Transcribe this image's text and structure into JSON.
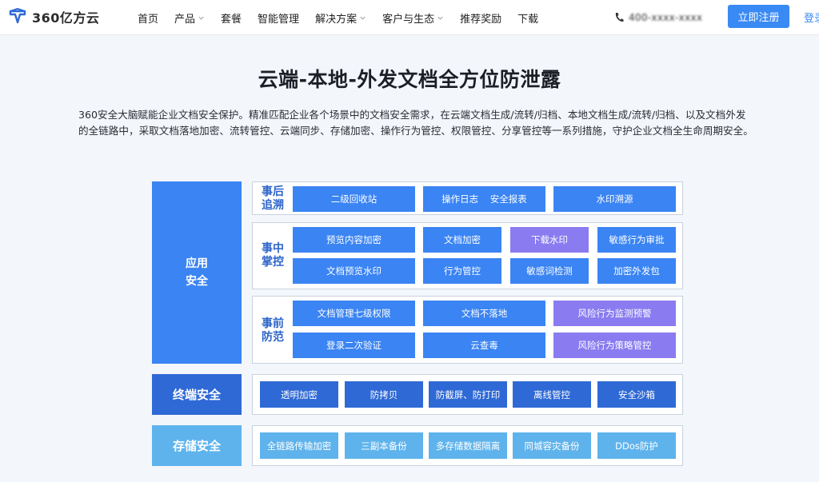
{
  "header": {
    "logo_text": "360亿方云",
    "nav": [
      {
        "label": "首页",
        "has_dropdown": false
      },
      {
        "label": "产品",
        "has_dropdown": true
      },
      {
        "label": "套餐",
        "has_dropdown": false
      },
      {
        "label": "智能管理",
        "has_dropdown": false
      },
      {
        "label": "解决方案",
        "has_dropdown": true
      },
      {
        "label": "客户与生态",
        "has_dropdown": true
      },
      {
        "label": "推荐奖励",
        "has_dropdown": false
      },
      {
        "label": "下载",
        "has_dropdown": false
      }
    ],
    "phone": "400-xxxx-xxxx",
    "register_label": "立即注册",
    "login_label": "登录"
  },
  "main": {
    "title": "云端-本地-外发文档全方位防泄露",
    "description": "360安全大脑赋能企业文档安全保护。精准匹配企业各个场景中的文档安全需求，在云端文档生成/流转/归档、本地文档生成/流转/归档、以及文档外发的全链路中，采取文档落地加密、流转管控、云端同步、存储加密、操作行为管控、权限管控、分享管控等一系列措施，守护企业文档全生命周期安全。"
  },
  "diagram": {
    "app_security": {
      "label_line1": "应用",
      "label_line2": "安全",
      "groups": {
        "post": {
          "label_line1": "事后",
          "label_line2": "追溯",
          "items": [
            "二级回收站",
            "操作日志    安全报表",
            "水印溯源"
          ]
        },
        "mid": {
          "label_line1": "事中",
          "label_line2": "掌控",
          "items": [
            "预览内容加密",
            "文档加密",
            "下载水印",
            "敏感行为审批",
            "文档预览水印",
            "行为管控",
            "敏感词检测",
            "加密外发包"
          ]
        },
        "pre": {
          "label_line1": "事前",
          "label_line2": "防范",
          "items": [
            "文档管理七级权限",
            "文档不落地",
            "风险行为监测预警",
            "登录二次验证",
            "云查毒",
            "风险行为策略管控"
          ]
        }
      }
    },
    "terminal_security": {
      "label": "终端安全",
      "items": [
        "透明加密",
        "防拷贝",
        "防截屏、防打印",
        "离线管控",
        "安全沙箱"
      ]
    },
    "storage_security": {
      "label": "存储安全",
      "items": [
        "全链路传输加密",
        "三副本备份",
        "多存储数据隔离",
        "同城容灾备份",
        "DDos防护"
      ]
    }
  },
  "colors": {
    "primary_blue": "#3a84f3",
    "purple": "#8a7bf0",
    "navy": "#2f69d6",
    "sky": "#5fb3ec",
    "register_button": "#3a8af5"
  }
}
